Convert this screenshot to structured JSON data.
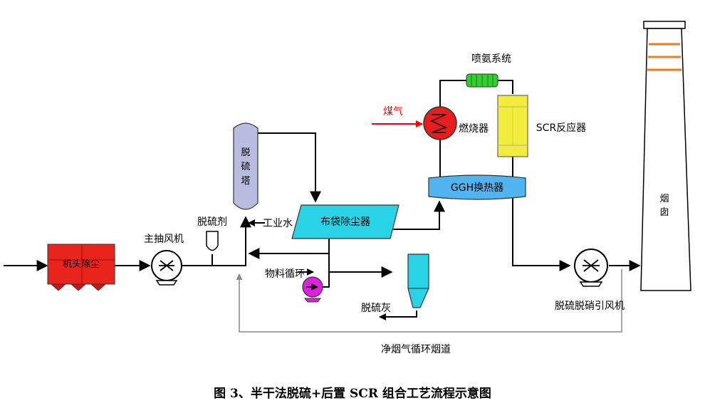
{
  "caption": "图 3、半干法脱硫+后置 SCR 组合工艺流程示意图",
  "labels": {
    "head_dust_remover": "机头除尘",
    "main_fan": "主抽风机",
    "desulfurizer": "脱硫剂",
    "desulf_tower_chars": [
      "脱",
      "硫",
      "塔"
    ],
    "industrial_water": "工业水",
    "bag_filter": "布袋除尘器",
    "material_recycle": "物料循环",
    "desulf_ash": "脱硫灰",
    "gas": "煤气",
    "burner": "燃烧器",
    "ammonia_system": "喷氨系统",
    "scr_reactor": "SCR反应器",
    "ggh": "GGH换热器",
    "id_fan": "脱硫脱硝引风机",
    "clean_gas_recycle": "净烟气循环烟道",
    "chimney_chars": [
      "烟",
      "囱"
    ]
  },
  "colors": {
    "flow_line": "#000000",
    "recycle_line": "#888888",
    "head_dust_remover": "#e8241c",
    "desulf_tower": "#b8bde0",
    "bag_filter": "#29d3e6",
    "material_pump": "#e020e0",
    "ash_hopper": "#29d3e6",
    "gas_arrow": "#ff0000",
    "burner": "#e81e1e",
    "ammonia_heater": "#33cc33",
    "scr_reactor": "#f2ec3c",
    "ggh": "#4fb4f0",
    "chimney_band": "#f07a1e"
  }
}
